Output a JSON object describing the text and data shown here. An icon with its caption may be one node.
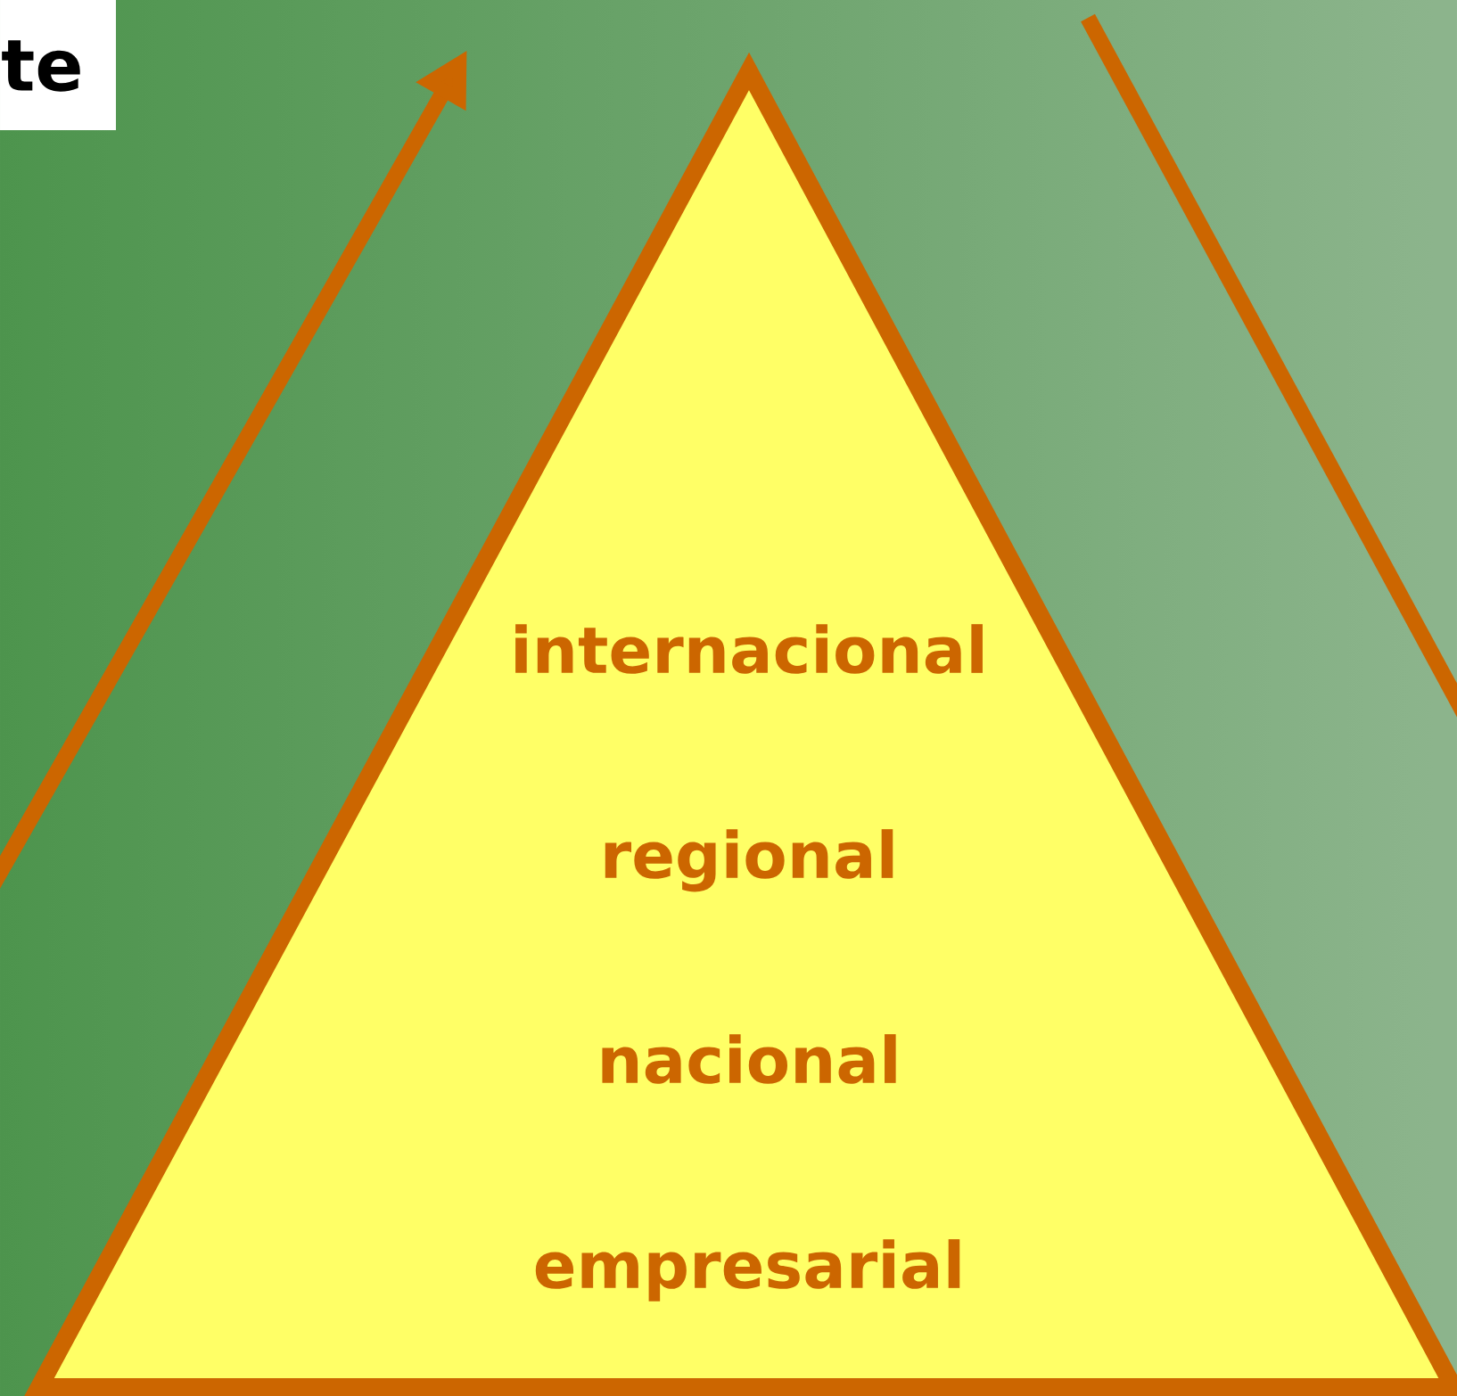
{
  "diagram": {
    "nodes": [
      {
        "text": [
          "internacional",
          "regional",
          "nacional",
          "empresarial"
        ]
      }
    ],
    "labels": [
      "te"
    ]
  }
}
